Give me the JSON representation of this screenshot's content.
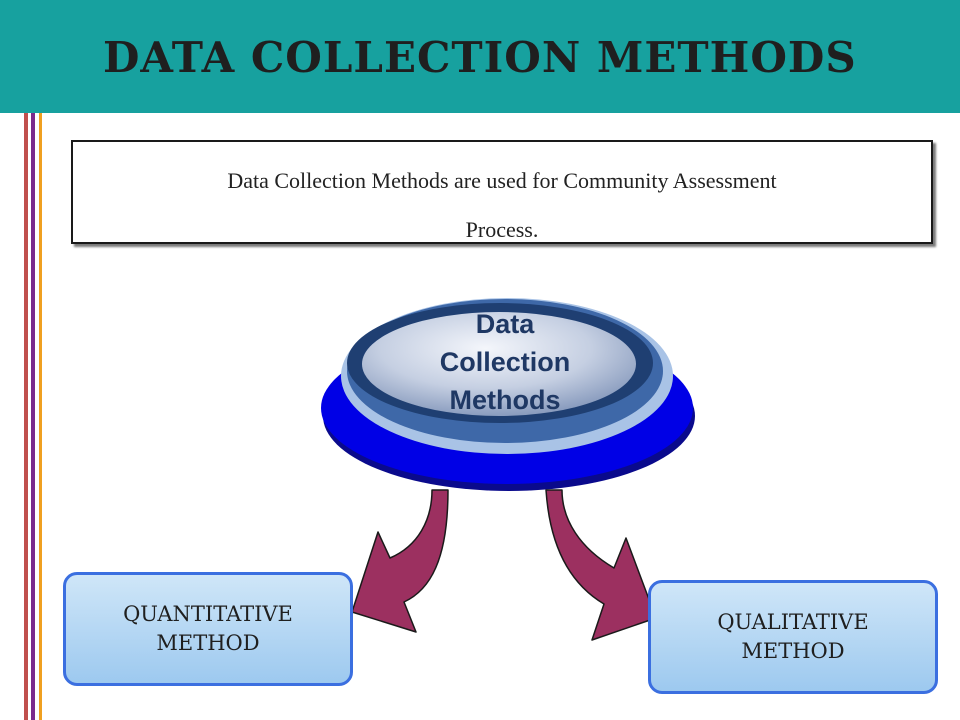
{
  "slide": {
    "title": "DATA COLLECTION METHODS",
    "intro_line1": "Data Collection Methods are used for Community Assessment",
    "intro_line2": "Process."
  },
  "diagram": {
    "hub_line1": "Data",
    "hub_line2": "Collection",
    "hub_line3": "Methods",
    "left_line1": "QUANTITATIVE",
    "left_line2": "METHOD",
    "right_line1": "QUALITATIVE",
    "right_line2": "METHOD"
  },
  "colors": {
    "header": "#17a19f",
    "hub_base": "#0000e0",
    "arrow": "#9c3060",
    "box_border": "#3b6fe0"
  }
}
